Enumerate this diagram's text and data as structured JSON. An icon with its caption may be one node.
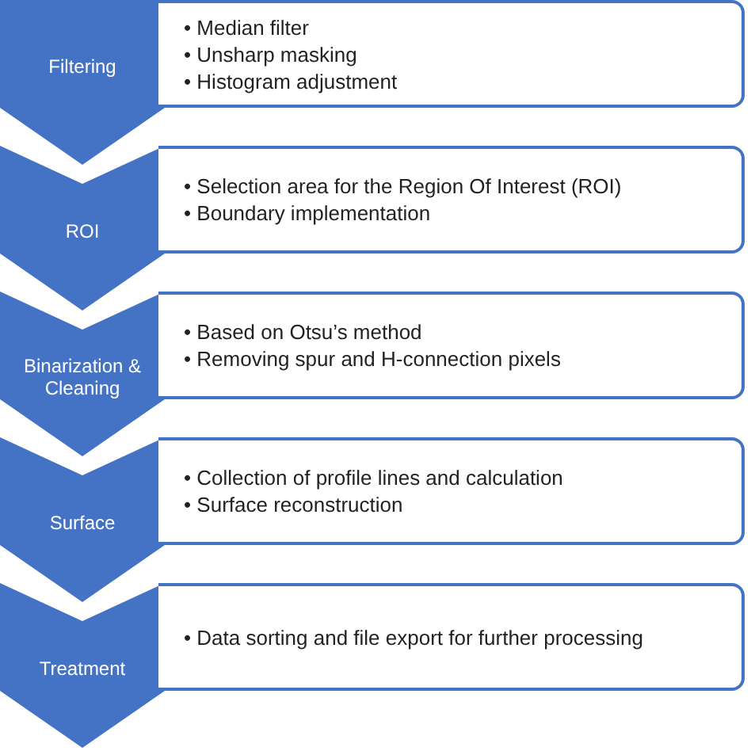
{
  "diagram": {
    "nodes": [
      {
        "text": [
          "Filtering"
        ]
      },
      {
        "text": [
          "• Median filter",
          "• Unsharp masking",
          "• Histogram adjustment"
        ]
      },
      {
        "text": [
          "ROI"
        ]
      },
      {
        "text": [
          "• Selection area for the Region Of Interest (ROI)",
          "• Boundary implementation"
        ]
      },
      {
        "text": [
          "Binarization & Cleaning"
        ]
      },
      {
        "text": [
          "• Based on Otsu’s method",
          "• Removing spur and H-connection pixels"
        ]
      },
      {
        "text": [
          "Surface"
        ]
      },
      {
        "text": [
          "• Collection of profile lines and calculation",
          "• Surface reconstruction"
        ]
      },
      {
        "text": [
          "Treatment"
        ]
      },
      {
        "text": [
          "• Data sorting and file export for further processing"
        ]
      }
    ]
  }
}
